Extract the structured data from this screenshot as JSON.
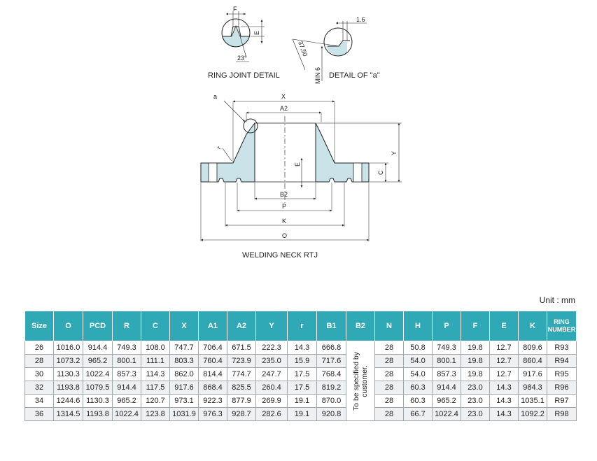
{
  "drawing": {
    "ring_joint_detail": {
      "caption": "RING JOINT DETAIL",
      "labels": {
        "f": "F",
        "e": "E",
        "angle": "23°"
      }
    },
    "detail_a": {
      "caption": "DETAIL OF \"a\"",
      "labels": {
        "dim": "1.6",
        "radius": "37.50",
        "min": "MIN 6"
      }
    },
    "main_view": {
      "caption": "WELDING NECK RTJ",
      "labels": {
        "a": "a",
        "x": "X",
        "a2": "A2",
        "r": "r",
        "y": "Y",
        "e": "E",
        "c": "C",
        "b2": "B2",
        "p": "P",
        "k": "K",
        "o": "O"
      }
    }
  },
  "unit_label": "Unit : mm",
  "table": {
    "headers": [
      {
        "key": "size",
        "label": "Size"
      },
      {
        "key": "o",
        "label": "O"
      },
      {
        "key": "pcd",
        "label": "PCD"
      },
      {
        "key": "r_big",
        "label": "R"
      },
      {
        "key": "c",
        "label": "C"
      },
      {
        "key": "x",
        "label": "X"
      },
      {
        "key": "a1",
        "label": "A1"
      },
      {
        "key": "a2",
        "label": "A2"
      },
      {
        "key": "y",
        "label": "Y"
      },
      {
        "key": "r_small",
        "label": "r"
      },
      {
        "key": "b1",
        "label": "B1"
      },
      {
        "key": "b2",
        "label": "B2"
      },
      {
        "key": "n",
        "label": "N"
      },
      {
        "key": "h",
        "label": "H"
      },
      {
        "key": "p",
        "label": "P"
      },
      {
        "key": "f",
        "label": "F"
      },
      {
        "key": "e",
        "label": "E"
      },
      {
        "key": "k",
        "label": "K"
      },
      {
        "key": "ring_line1",
        "label": "RING"
      },
      {
        "key": "ring_line2",
        "label": "NUMBER"
      }
    ],
    "b2_note": {
      "line1": "To be specified by",
      "line2": "customer."
    },
    "rows": [
      [
        "26",
        "1016.0",
        "914.4",
        "749.3",
        "108.0",
        "747.7",
        "706.4",
        "671.5",
        "222.3",
        "14.3",
        "666.8",
        "28",
        "50.8",
        "749.3",
        "19.8",
        "12.7",
        "809.6",
        "R93"
      ],
      [
        "28",
        "1073.2",
        "965.2",
        "800.1",
        "111.1",
        "803.3",
        "760.4",
        "723.9",
        "235.0",
        "15.9",
        "717.6",
        "28",
        "54.0",
        "800.1",
        "19.8",
        "12.7",
        "860.4",
        "R94"
      ],
      [
        "30",
        "1130.3",
        "1022.4",
        "857.3",
        "114.3",
        "862.0",
        "814.4",
        "774.7",
        "247.7",
        "17.5",
        "768.4",
        "28",
        "54.0",
        "857.3",
        "19.8",
        "12.7",
        "917.6",
        "R95"
      ],
      [
        "32",
        "1193.8",
        "1079.5",
        "914.4",
        "117.5",
        "917.6",
        "868.4",
        "825.5",
        "260.4",
        "17.5",
        "819.2",
        "28",
        "60.3",
        "914.4",
        "23.0",
        "14.3",
        "984.3",
        "R96"
      ],
      [
        "34",
        "1244.6",
        "1130.3",
        "965.2",
        "120.7",
        "973.1",
        "922.3",
        "877.9",
        "269.9",
        "19.1",
        "870.0",
        "28",
        "60.3",
        "965.2",
        "23.0",
        "14.3",
        "1035.1",
        "R97"
      ],
      [
        "36",
        "1314.5",
        "1193.8",
        "1022.4",
        "123.8",
        "1031.9",
        "976.3",
        "928.7",
        "282.6",
        "19.1",
        "920.8",
        "28",
        "66.7",
        "1022.4",
        "23.0",
        "14.3",
        "1092.2",
        "R98"
      ]
    ]
  },
  "colors": {
    "header_bg": "#2fa9b5",
    "flange_fill": "#c9e3e8",
    "alt_row": "#eef0f1"
  }
}
